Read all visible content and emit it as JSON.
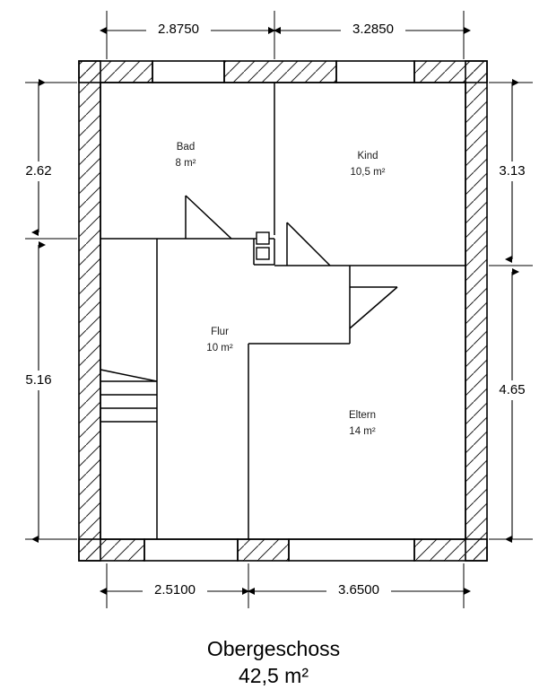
{
  "drawing": {
    "title": "Obergeschoss",
    "area": "42,5 m²",
    "type": "architectural-floor-plan"
  },
  "dimensions": {
    "top": [
      {
        "label": "2.8750",
        "unit": "m",
        "span": "left-segment"
      },
      {
        "label": "3.2850",
        "unit": "m",
        "span": "right-segment"
      }
    ],
    "bottom": [
      {
        "label": "2.5100",
        "unit": "m",
        "span": "left-segment"
      },
      {
        "label": "3.6500",
        "unit": "m",
        "span": "right-segment"
      }
    ],
    "left": [
      {
        "label": "2.62",
        "unit": "m",
        "span": "upper-segment"
      },
      {
        "label": "5.16",
        "unit": "m",
        "span": "lower-segment"
      }
    ],
    "right": [
      {
        "label": "3.13",
        "unit": "m",
        "span": "upper-segment"
      },
      {
        "label": "4.65",
        "unit": "m",
        "span": "lower-segment"
      }
    ]
  },
  "rooms": [
    {
      "name": "Bad",
      "area": "8 m²",
      "id": "bad"
    },
    {
      "name": "Kind",
      "area": "10,5 m²",
      "id": "kind"
    },
    {
      "name": "Flur",
      "area": "10 m²",
      "id": "flur"
    },
    {
      "name": "Eltern",
      "area": "14 m²",
      "id": "eltern"
    }
  ],
  "colors": {
    "line": "#000000",
    "hatch": "#222222",
    "background": "#ffffff"
  }
}
